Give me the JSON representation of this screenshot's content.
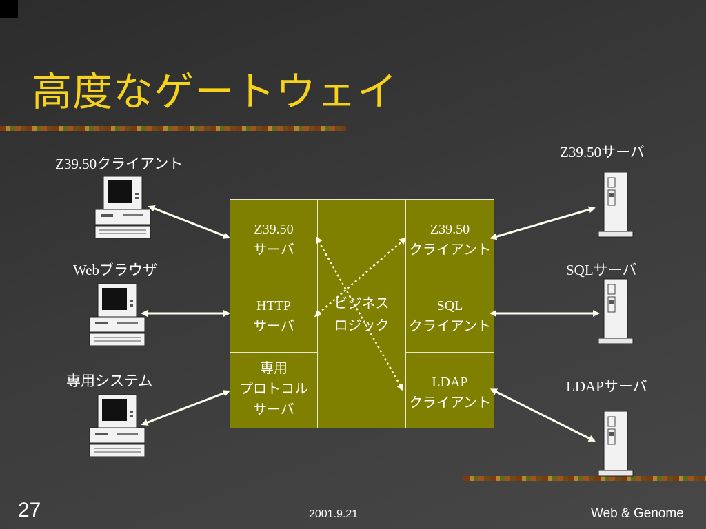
{
  "slide": {
    "title": "高度なゲートウェイ",
    "page_number": "27",
    "date": "2001.9.21",
    "footer_right": "Web & Genome"
  },
  "clients": {
    "z3950_client": "Z39.50クライアント",
    "web_browser": "Webブラウザ",
    "dedicated_system": "専用システム"
  },
  "servers": {
    "z3950_server": "Z39.50サーバ",
    "sql_server": "SQLサーバ",
    "ldap_server": "LDAPサーバ"
  },
  "gateway": {
    "left": [
      {
        "line1": "Z39.50",
        "line2": "サーバ"
      },
      {
        "line1": "HTTP",
        "line2": "サーバ"
      },
      {
        "line1": "専用",
        "line2": "プロトコル",
        "line3": "サーバ"
      }
    ],
    "center": {
      "line1": "ビジネス",
      "line2": "ロジック"
    },
    "right": [
      {
        "line1": "Z39.50",
        "line2": "クライアント"
      },
      {
        "line1": "SQL",
        "line2": "クライアント"
      },
      {
        "line1": "LDAP",
        "line2": "クライアント"
      }
    ]
  }
}
